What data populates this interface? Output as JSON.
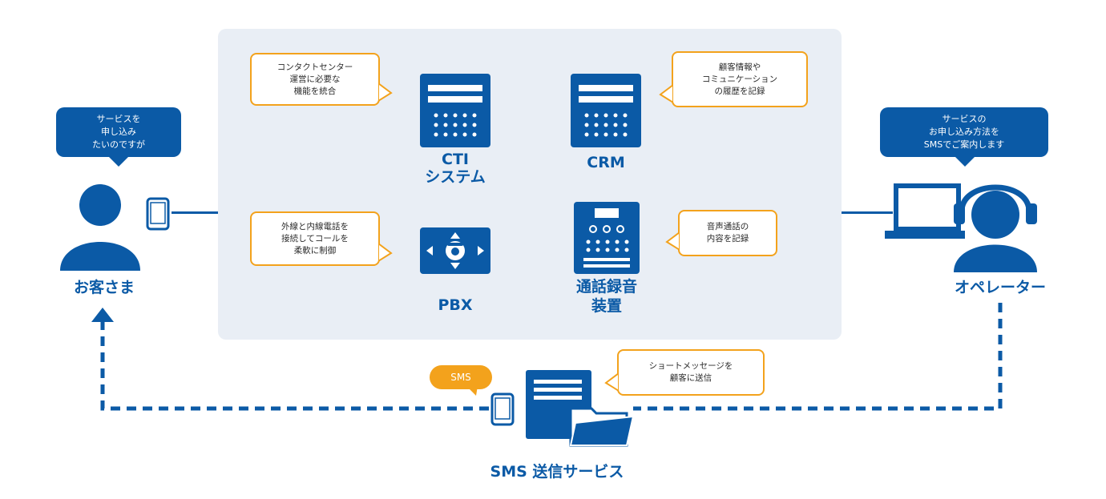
{
  "nodes": {
    "customer": {
      "label": "お客さま",
      "bubble": "サービスを\n申し込み\nたいのですが"
    },
    "operator": {
      "label": "オペレーター",
      "bubble": "サービスの\nお申し込み方法を\nSMSでご案内します"
    },
    "cti": {
      "label": "CTI\nシステム",
      "callout": "コンタクトセンター\n運営に必要な\n機能を統合"
    },
    "crm": {
      "label": "CRM",
      "callout": "顧客情報や\nコミュニケーション\nの履歴を記録"
    },
    "pbx": {
      "label": "PBX",
      "callout": "外線と内線電話を\n接続してコールを\n柔軟に制御"
    },
    "recorder": {
      "label": "通話録音\n装置",
      "callout": "音声通話の\n内容を記録"
    },
    "sms_service": {
      "label": "SMS 送信サービス",
      "badge": "SMS",
      "callout": "ショートメッセージを\n顧客に送信"
    }
  },
  "colors": {
    "primary": "#0b5aa6",
    "accent": "#f3a21c",
    "panel": "#e9eef5"
  }
}
